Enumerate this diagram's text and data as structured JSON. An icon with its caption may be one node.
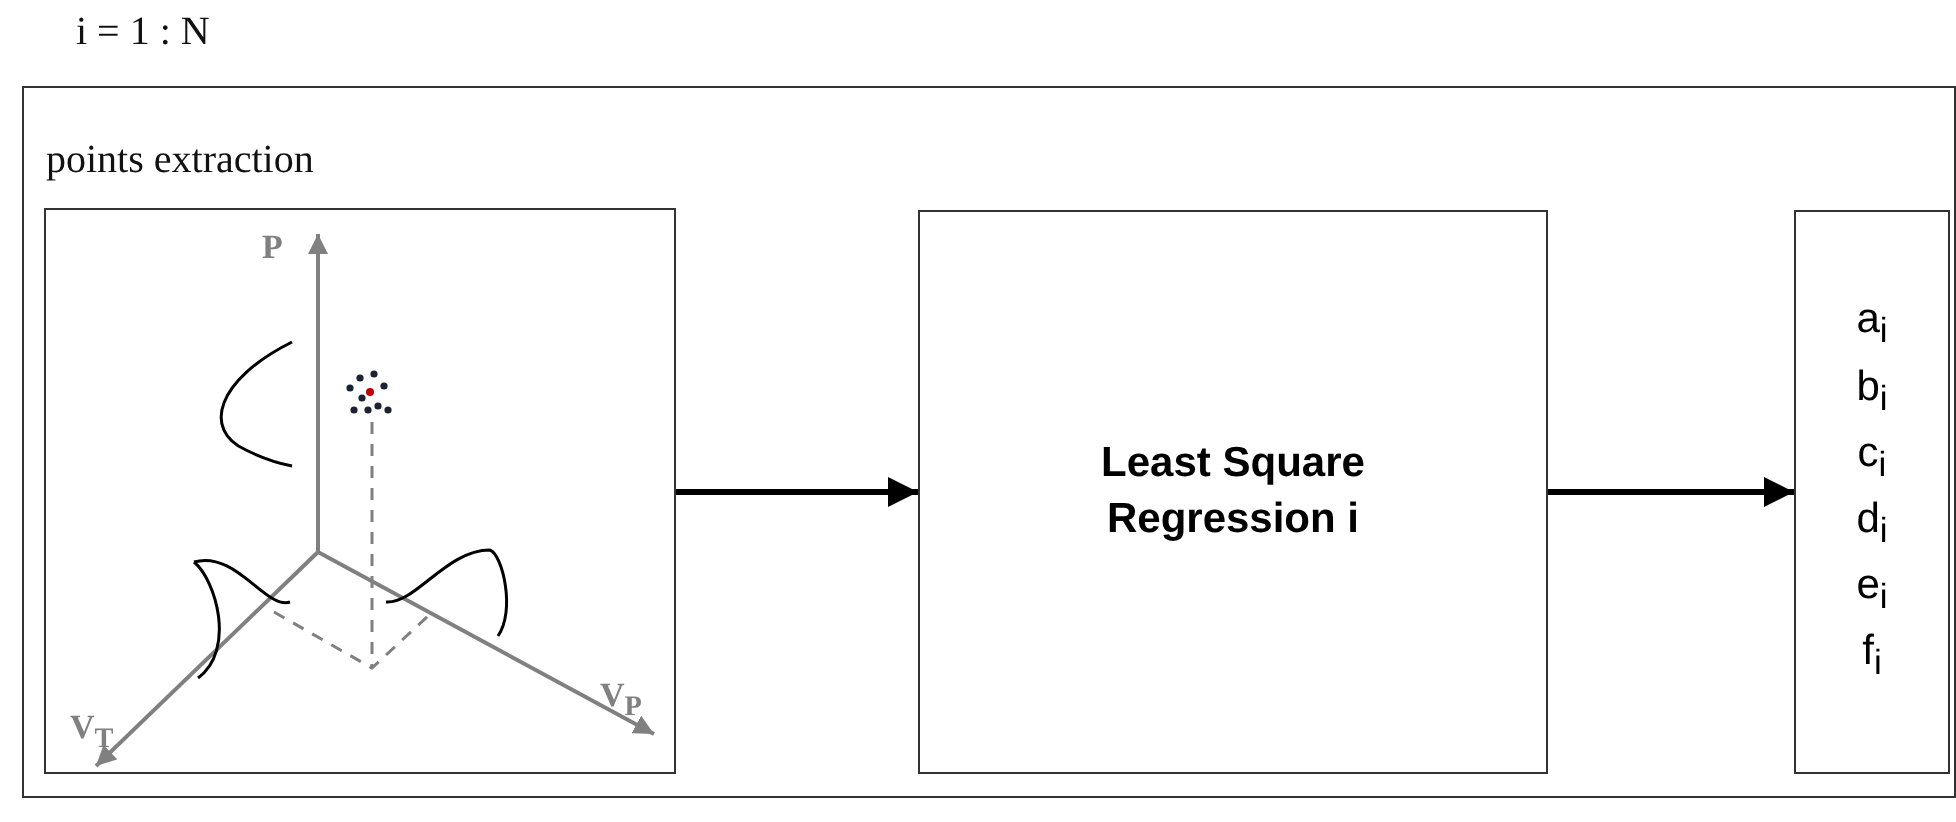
{
  "diagram": {
    "nodes": [
      {
        "text": [
          "i = 1 : N"
        ]
      },
      {
        "text": [
          "points extraction"
        ],
        "in": 0
      },
      {
        "text": [
          "Least Square Regression i"
        ],
        "in": 0
      },
      {
        "text": [
          "a$_{i}$",
          "b$_{i}$",
          "c$_{i}$",
          "d$_{i}$",
          "e$_{i}$",
          "f$_{i}$"
        ],
        "in": 0
      }
    ],
    "edges": [
      {
        "from": 1,
        "to": 2,
        "arrow": "to"
      },
      {
        "from": 2,
        "to": 3,
        "arrow": "to"
      }
    ],
    "labels": [
      "P",
      "V$_{T}$",
      "V$_{P}$"
    ]
  }
}
